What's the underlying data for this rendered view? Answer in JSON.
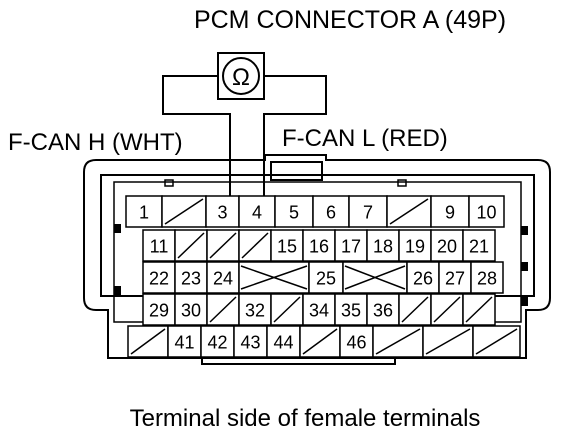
{
  "title": "PCM CONNECTOR A (49P)",
  "meter_symbol": "Ω",
  "label_h": "F-CAN H (WHT)",
  "label_l": "F-CAN L (RED)",
  "caption": "Terminal side of female terminals",
  "rows": [
    [
      "1",
      "",
      "3",
      "4",
      "5",
      "6",
      "7",
      "",
      "9",
      "10"
    ],
    [
      "11",
      "",
      "",
      "",
      "15",
      "16",
      "17",
      "18",
      "19",
      "20",
      "21"
    ],
    [
      "22",
      "23",
      "24",
      "",
      "25",
      "",
      "26",
      "27",
      "28"
    ],
    [
      "29",
      "30",
      "",
      "32",
      "",
      "34",
      "35",
      "36",
      "",
      "",
      ""
    ],
    [
      "",
      "41",
      "42",
      "43",
      "44",
      "",
      "46",
      "",
      "",
      ""
    ]
  ]
}
